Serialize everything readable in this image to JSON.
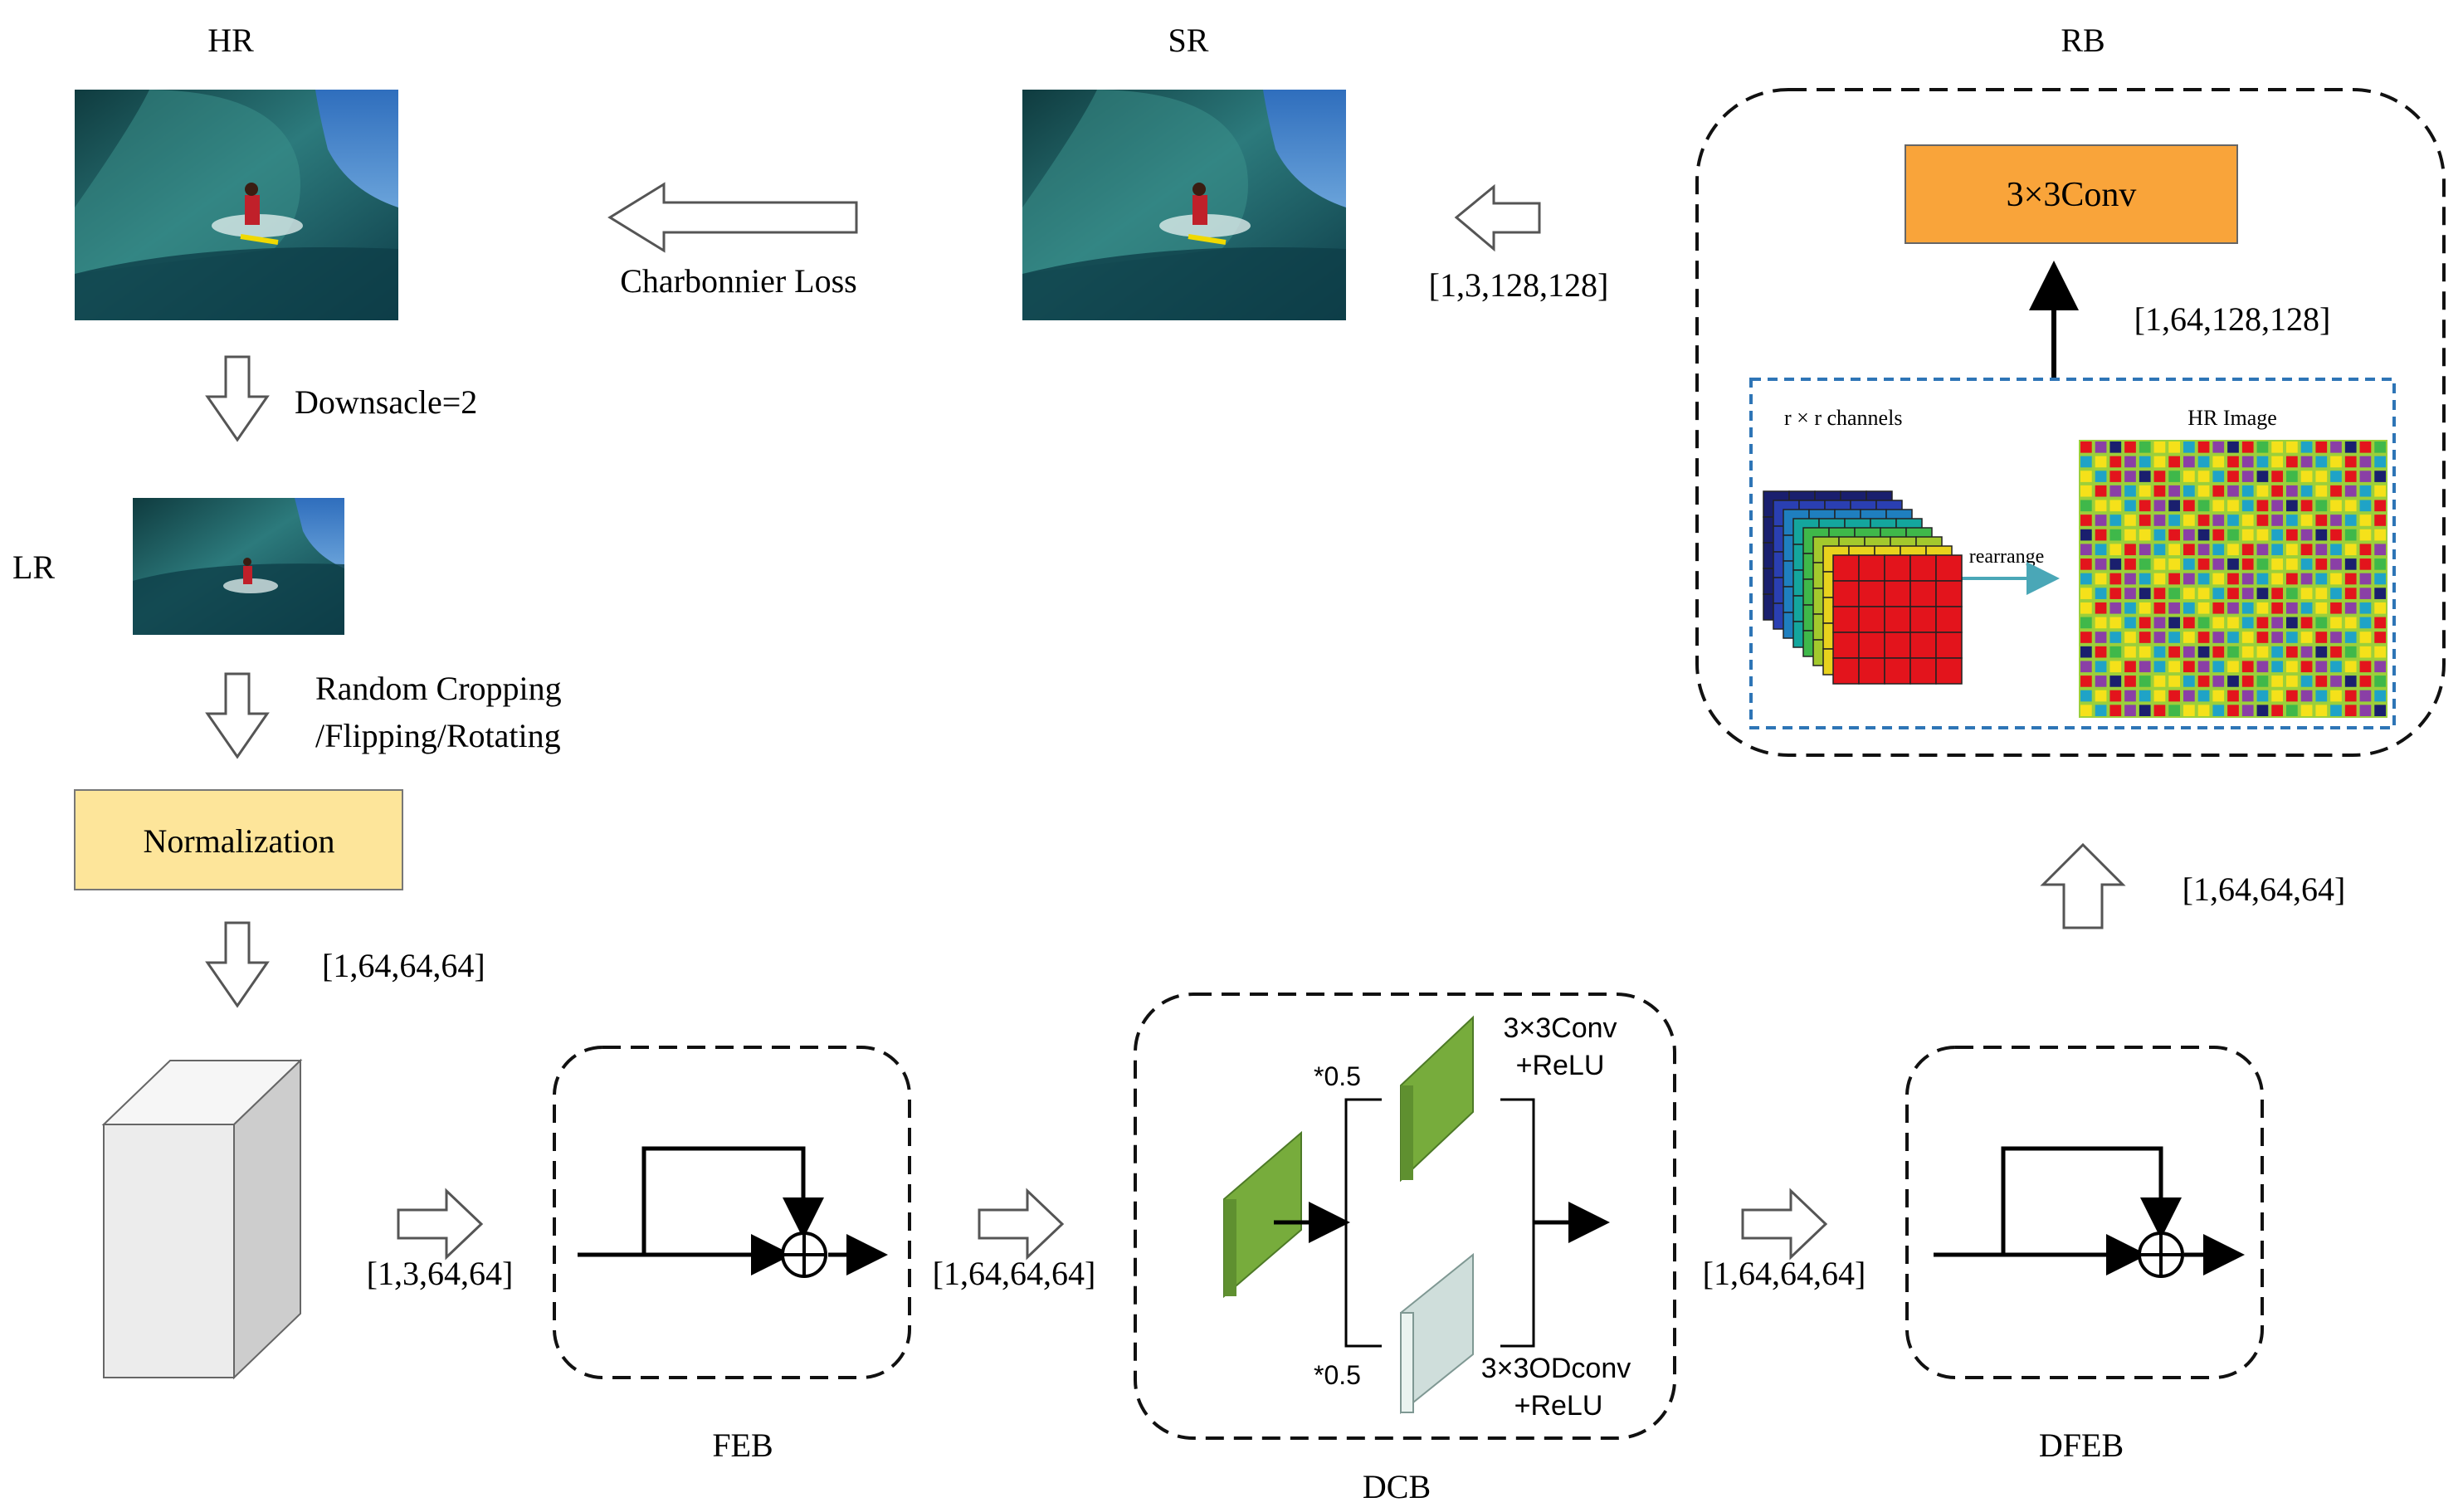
{
  "labels": {
    "hr": "HR",
    "sr": "SR",
    "rb": "RB",
    "lr": "LR",
    "loss": "Charbonnier Loss",
    "downscale": "Downsacle=2",
    "augment_line1": "Random Cropping",
    "augment_line2": "/Flipping/Rotating",
    "normalization": "Normalization",
    "feb": "FEB",
    "dcb": "DCB",
    "dfeb": "DFEB"
  },
  "shapes": {
    "after_norm": "[1,64,64,64]",
    "to_feb": "[1,3,64,64]",
    "feb_out": "[1,64,64,64]",
    "dcb_out": "[1,64,64,64]",
    "dfeb_out": "[1,64,64,64]",
    "rb_inner": "[1,64,128,128]",
    "sr_in": "[1,3,128,128]"
  },
  "rb": {
    "conv": "3×3Conv",
    "channels": "r × r channels",
    "hr_image": "HR Image",
    "rearrange": "rearrange"
  },
  "dcb": {
    "top_label_1": "3×3Conv",
    "top_label_2": "+ReLU",
    "bottom_label_1": "3×3ODconv",
    "bottom_label_2": "+ReLU",
    "scale_top": "*0.5",
    "scale_bottom": "*0.5"
  },
  "colors": {
    "normalization_fill": "#fde59a",
    "conv_fill": "#f9a43a",
    "green": "#77ac3c",
    "pale": "#cfdedb",
    "blue_dashed": "#2e75b6"
  }
}
